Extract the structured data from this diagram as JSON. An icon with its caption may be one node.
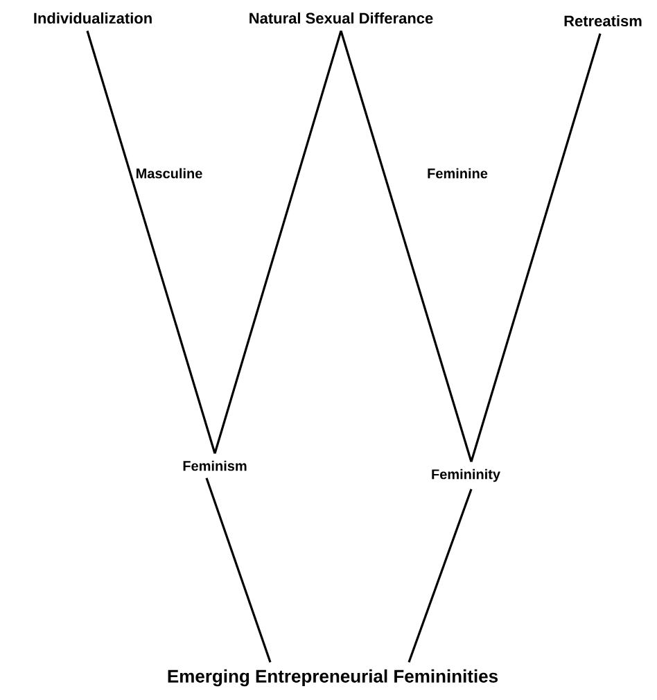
{
  "diagram": {
    "nodes": [
      {
        "text": [
          "Individualization"
        ]
      },
      {
        "text": [
          "Natural Sexual Differance"
        ]
      },
      {
        "text": [
          "Retreatism"
        ]
      },
      {
        "text": [
          "Feminism"
        ]
      },
      {
        "text": [
          "Femininity"
        ]
      },
      {
        "text": [
          "Emerging Entrepreneurial Femininities"
        ]
      }
    ],
    "edges": [
      {
        "from": 0,
        "to": 3,
        "arrow": "none"
      },
      {
        "from": 3,
        "to": 1,
        "arrow": "none"
      },
      {
        "from": 1,
        "to": 4,
        "arrow": "none"
      },
      {
        "from": 4,
        "to": 2,
        "arrow": "none"
      },
      {
        "from": 3,
        "to": 5,
        "arrow": "none"
      },
      {
        "from": 4,
        "to": 5,
        "arrow": "none"
      }
    ],
    "labels": [
      "Masculine",
      "Feminine"
    ]
  }
}
